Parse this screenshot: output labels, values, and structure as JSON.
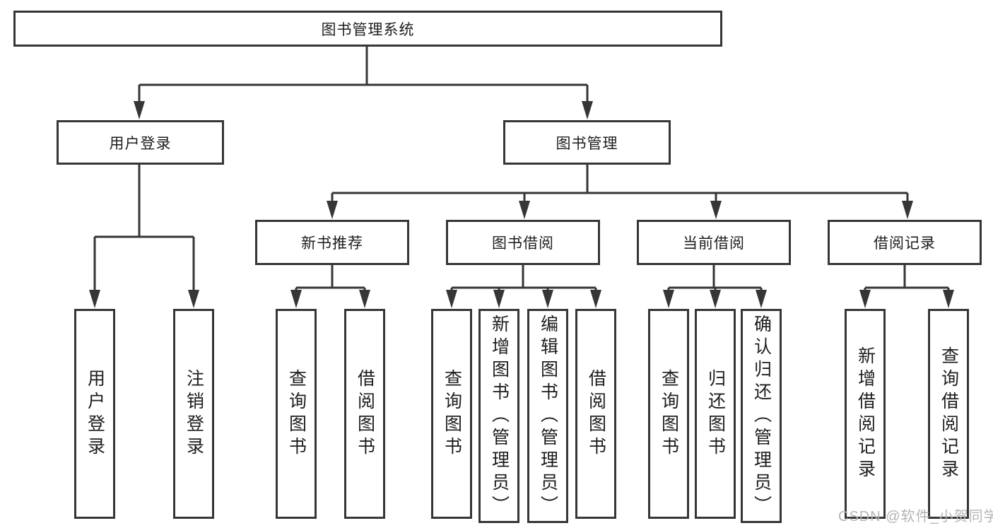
{
  "colors": {
    "line": "#363636",
    "box_border": "#363636",
    "text": "#1d1d1d",
    "watermark": "#b5b5b5",
    "background": "#ffffff"
  },
  "watermark": {
    "text": "CSDN @软件_小贺同学"
  },
  "tree": {
    "label": "图书管理系统",
    "children": [
      {
        "label": "用户登录",
        "children": [
          {
            "label": "用户登录"
          },
          {
            "label": "注销登录"
          }
        ]
      },
      {
        "label": "图书管理",
        "children": [
          {
            "label": "新书推荐",
            "children": [
              {
                "label": "查询图书"
              },
              {
                "label": "借阅图书"
              }
            ]
          },
          {
            "label": "图书借阅",
            "children": [
              {
                "label": "查询图书"
              },
              {
                "label": "新增图书（管理员）"
              },
              {
                "label": "编辑图书（管理员）"
              },
              {
                "label": "借阅图书"
              }
            ]
          },
          {
            "label": "当前借阅",
            "children": [
              {
                "label": "查询图书"
              },
              {
                "label": "归还图书"
              },
              {
                "label": "确认归还（管理员）"
              }
            ]
          },
          {
            "label": "借阅记录",
            "children": [
              {
                "label": "新增借阅记录"
              },
              {
                "label": "查询借阅记录"
              }
            ]
          }
        ]
      }
    ]
  }
}
